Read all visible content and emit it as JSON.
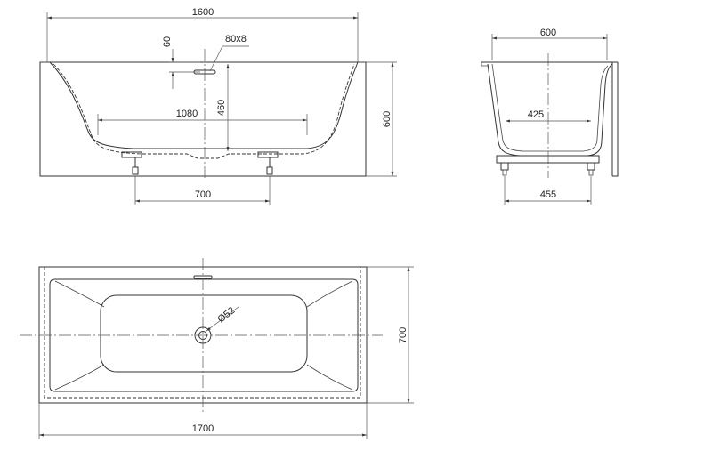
{
  "front_view": {
    "overall_length": "1600",
    "outlet_offset": "60",
    "outlet_size": "80x8",
    "inner_length": "1080",
    "inner_depth": "460",
    "overall_height": "600",
    "leg_spacing": "700"
  },
  "side_view": {
    "overall_width": "600",
    "inner_width": "425",
    "leg_spacing": "455"
  },
  "top_view": {
    "drain_diameter": "Ø52",
    "overall_length": "1700",
    "overall_width": "700"
  }
}
